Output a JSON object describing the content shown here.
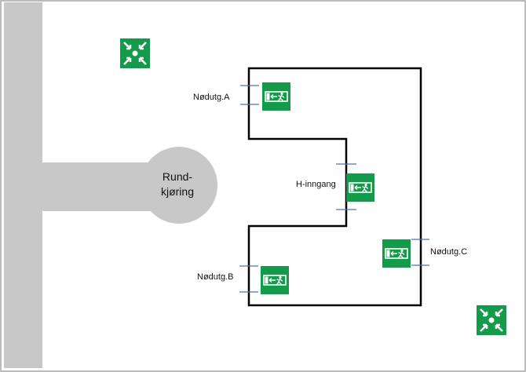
{
  "colors": {
    "road": "#c8c8c8",
    "sign_green": "#139a4a",
    "wall": "#000000",
    "door_tick": "#4d73b5",
    "frame": "#a6a6a6"
  },
  "labels": {
    "roundabout_line1": "Rund-",
    "roundabout_line2": "kjøring",
    "exit_a": "Nødutg.A",
    "exit_b": "Nødutg.B",
    "exit_c": "Nødutg.C",
    "main_entrance": "H-inngang"
  },
  "icons": {
    "assembly_point": "assembly-point-icon",
    "emergency_exit": "emergency-exit-icon"
  }
}
